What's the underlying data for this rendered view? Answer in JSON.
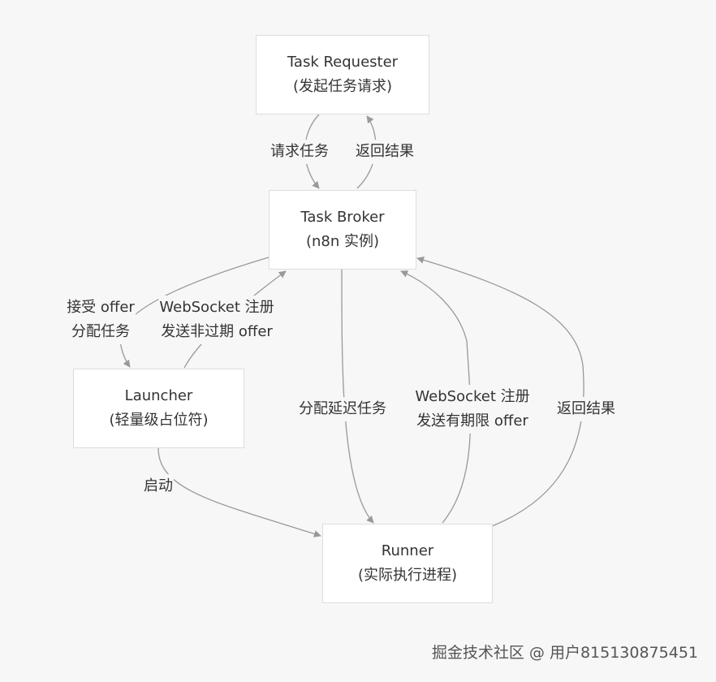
{
  "nodes": {
    "requester": {
      "line1": "Task Requester",
      "line2": "(发起任务请求)"
    },
    "broker": {
      "line1": "Task Broker",
      "line2": "(n8n 实例)"
    },
    "launcher": {
      "line1": "Launcher",
      "line2": "(轻量级占位符)"
    },
    "runner": {
      "line1": "Runner",
      "line2": "(实际执行进程)"
    }
  },
  "edges": {
    "request_task": {
      "line1": "请求任务"
    },
    "return_result_top": {
      "line1": "返回结果"
    },
    "accept_offer": {
      "line1": "接受 offer",
      "line2": "分配任务"
    },
    "launcher_register": {
      "line1": "WebSocket 注册",
      "line2": "发送非过期 offer"
    },
    "start": {
      "line1": "启动"
    },
    "assign_delayed": {
      "line1": "分配延迟任务"
    },
    "runner_register": {
      "line1": "WebSocket 注册",
      "line2": "发送有期限 offer"
    },
    "return_result_runner": {
      "line1": "返回结果"
    }
  },
  "watermark": "掘金技术社区 @ 用户815130875451",
  "colors": {
    "edge": "#999999",
    "node_border": "#dddddd",
    "text": "#333333",
    "background": "#f7f7f7"
  }
}
